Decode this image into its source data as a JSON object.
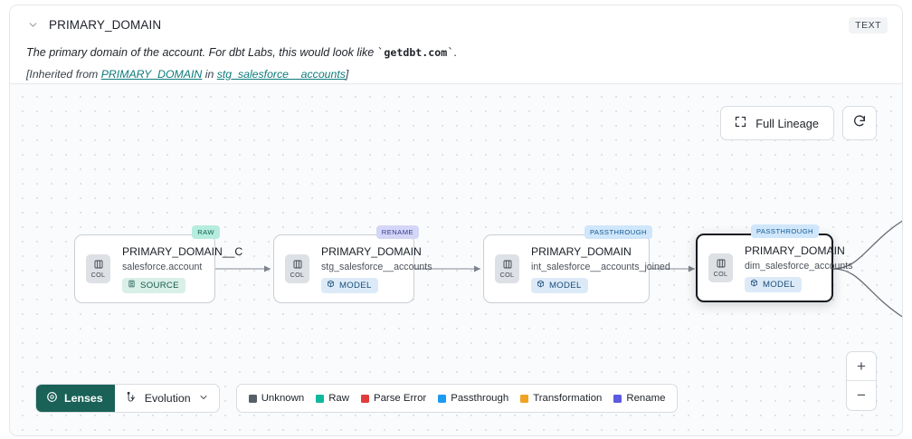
{
  "header": {
    "collapse_icon": "chevron-down-icon",
    "title": "PRIMARY_DOMAIN",
    "type_badge": "TEXT",
    "description_pre": "The primary domain of the account. For dbt Labs, this would look like ",
    "description_code": "getdbt.com",
    "description_post": ".",
    "inherited_pre": "[Inherited from ",
    "inherited_link": "PRIMARY_DOMAIN",
    "inherited_mid": " in ",
    "inherited_source": "stg_salesforce__accounts",
    "inherited_post": "]"
  },
  "canvas": {
    "full_lineage_label": "Full Lineage",
    "full_lineage_icon": "expand-corners-icon",
    "refresh_icon": "refresh-icon",
    "zoom_in_label": "+",
    "zoom_out_label": "−"
  },
  "nodes": [
    {
      "badge": "RAW",
      "badge_class": "raw",
      "kind_icon": "column-icon",
      "kind_label": "COL",
      "name": "PRIMARY_DOMAIN__C",
      "subtitle": "salesforce.account",
      "pill_label": "SOURCE",
      "pill_class": "source",
      "pill_icon": "database-icon",
      "selected": false
    },
    {
      "badge": "RENAME",
      "badge_class": "rename",
      "kind_icon": "column-icon",
      "kind_label": "COL",
      "name": "PRIMARY_DOMAIN",
      "subtitle": "stg_salesforce__accounts",
      "pill_label": "MODEL",
      "pill_class": "model",
      "pill_icon": "cube-icon",
      "selected": false
    },
    {
      "badge": "PASSTHROUGH",
      "badge_class": "passthrough",
      "kind_icon": "column-icon",
      "kind_label": "COL",
      "name": "PRIMARY_DOMAIN",
      "subtitle": "int_salesforce__accounts_joined",
      "pill_label": "MODEL",
      "pill_class": "model",
      "pill_icon": "cube-icon",
      "selected": false
    },
    {
      "badge": "PASSTHROUGH",
      "badge_class": "passthrough",
      "kind_icon": "column-icon",
      "kind_label": "COL",
      "name": "PRIMARY_DOMAIN",
      "subtitle": "dim_salesforce_accounts",
      "pill_label": "MODEL",
      "pill_class": "model",
      "pill_icon": "cube-icon",
      "selected": true
    }
  ],
  "toolbar": {
    "lenses_label": "Lenses",
    "lenses_icon": "aperture-icon",
    "evolution_label": "Evolution",
    "evolution_icon": "evolution-icon",
    "evolution_caret_icon": "chevron-down-icon"
  },
  "legend": [
    {
      "label": "Unknown",
      "color": "#56606a"
    },
    {
      "label": "Raw",
      "color": "#10b99a"
    },
    {
      "label": "Parse Error",
      "color": "#e23b3b"
    },
    {
      "label": "Passthrough",
      "color": "#1d9bf0"
    },
    {
      "label": "Transformation",
      "color": "#f0a321"
    },
    {
      "label": "Rename",
      "color": "#5b5be0"
    }
  ]
}
